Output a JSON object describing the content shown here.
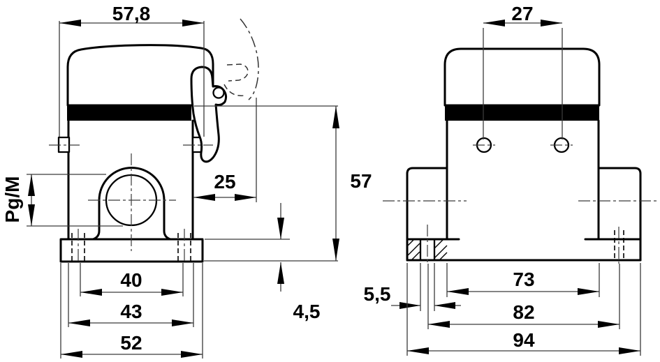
{
  "drawing": {
    "type": "technical drawing - connector housing, two orthographic views",
    "colors": {
      "line": "#000000",
      "thin_line": "#3a3a3a",
      "background": "#ffffff",
      "seal_band": "#000000"
    },
    "side_view": {
      "name": "side view with locking lever",
      "dims": {
        "hood_width": "57,8",
        "cable_entry_thread": "Pg/M",
        "lever_projection": "25",
        "housing_height": "57",
        "flange_thickness": "4,5",
        "slot_center_width": "40",
        "housing_width": "43",
        "flange_width": "52"
      }
    },
    "front_view": {
      "name": "front view with mounting flanges",
      "dims": {
        "pin_spacing": "27",
        "slot_width": "5,5",
        "housing_width": "73",
        "slot_spacing": "82",
        "flange_width": "94"
      }
    }
  }
}
